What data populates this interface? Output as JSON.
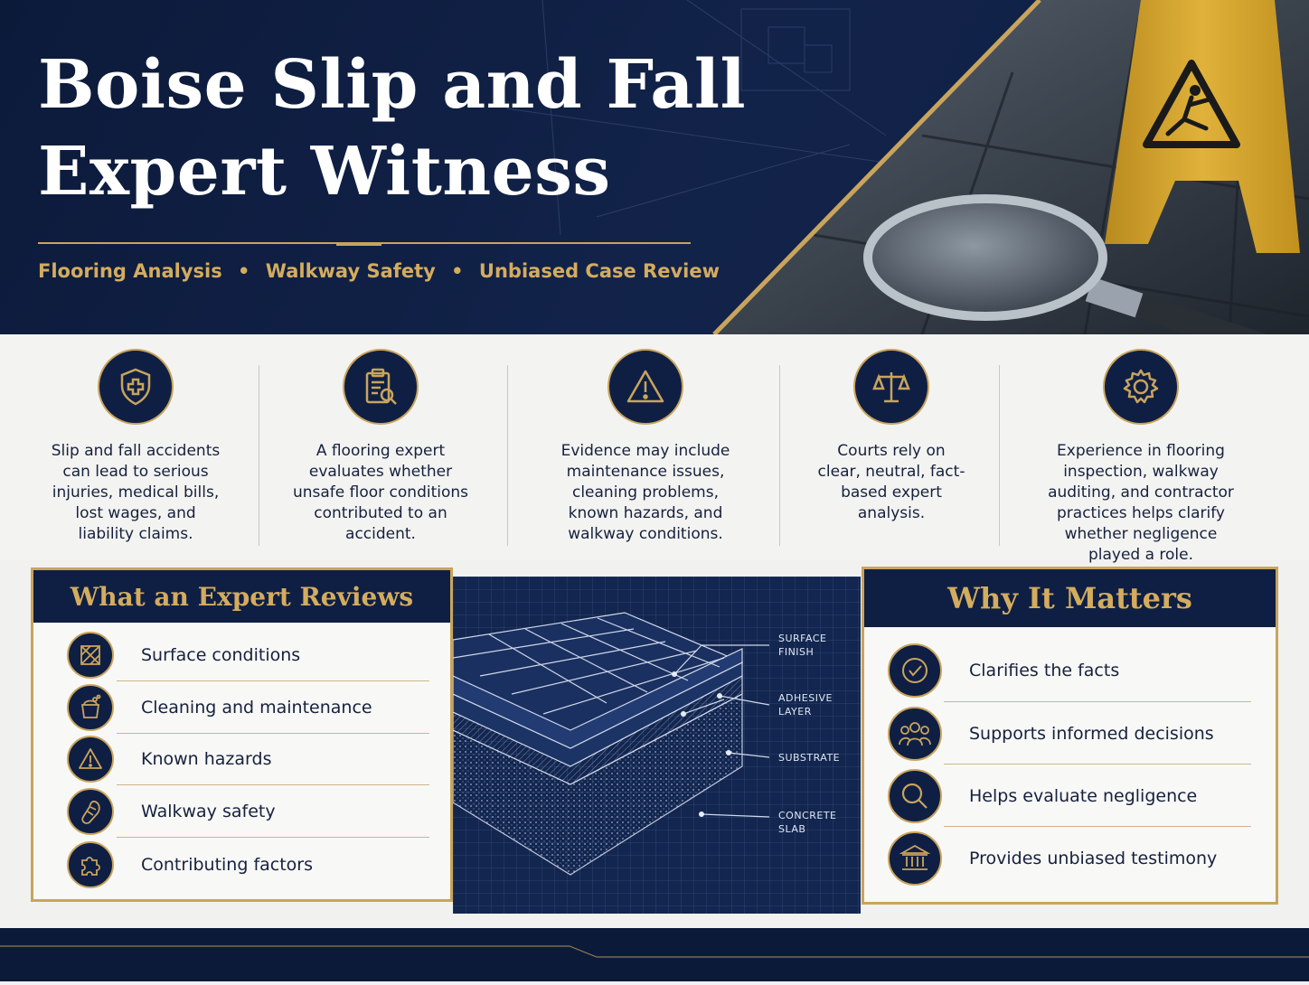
{
  "hero": {
    "title_line1": "Boise Slip and Fall",
    "title_line2": "Expert Witness",
    "tagline_items": [
      "Flooring Analysis",
      "Walkway Safety",
      "Unbiased Case Review"
    ],
    "separator": "•"
  },
  "features": [
    {
      "icon": "shield-cross-icon",
      "text": "Slip and fall accidents can lead to serious injuries, medical bills, lost wages, and liability claims."
    },
    {
      "icon": "clipboard-search-icon",
      "text": "A flooring expert evaluates whether unsafe floor conditions contributed to an accident."
    },
    {
      "icon": "warning-triangle-icon",
      "text": "Evidence may include maintenance issues, cleaning problems, known hazards, and walkway conditions."
    },
    {
      "icon": "scales-icon",
      "text": "Courts rely on clear, neutral, fact-based expert analysis."
    },
    {
      "icon": "gear-icon",
      "text": "Experience in flooring inspection, walkway auditing, and contractor practices helps clarify whether negligence played a role."
    }
  ],
  "reviews": {
    "heading": "What an Expert Reviews",
    "items": [
      {
        "icon": "surface-texture-icon",
        "label": "Surface conditions"
      },
      {
        "icon": "cleaning-bucket-icon",
        "label": "Cleaning and maintenance"
      },
      {
        "icon": "warning-triangle-icon",
        "label": "Known hazards"
      },
      {
        "icon": "shoe-sole-icon",
        "label": "Walkway safety"
      },
      {
        "icon": "puzzle-piece-icon",
        "label": "Contributing factors"
      }
    ]
  },
  "diagram": {
    "labels": [
      {
        "line1": "SURFACE",
        "line2": "FINISH"
      },
      {
        "line1": "ADHESIVE",
        "line2": "LAYER"
      },
      {
        "line1": "SUBSTRATE",
        "line2": ""
      },
      {
        "line1": "CONCRETE",
        "line2": "SLAB"
      }
    ]
  },
  "matters": {
    "heading": "Why It Matters",
    "items": [
      {
        "icon": "checkmark-circle-icon",
        "label": "Clarifies the facts"
      },
      {
        "icon": "people-group-icon",
        "label": "Supports informed decisions"
      },
      {
        "icon": "magnifier-icon",
        "label": "Helps evaluate negligence"
      },
      {
        "icon": "courthouse-icon",
        "label": "Provides unbiased testimony"
      }
    ]
  },
  "colors": {
    "navy": "#0f1f44",
    "gold": "#c9a45c",
    "text": "#16213e",
    "background": "#f3f3f1"
  }
}
